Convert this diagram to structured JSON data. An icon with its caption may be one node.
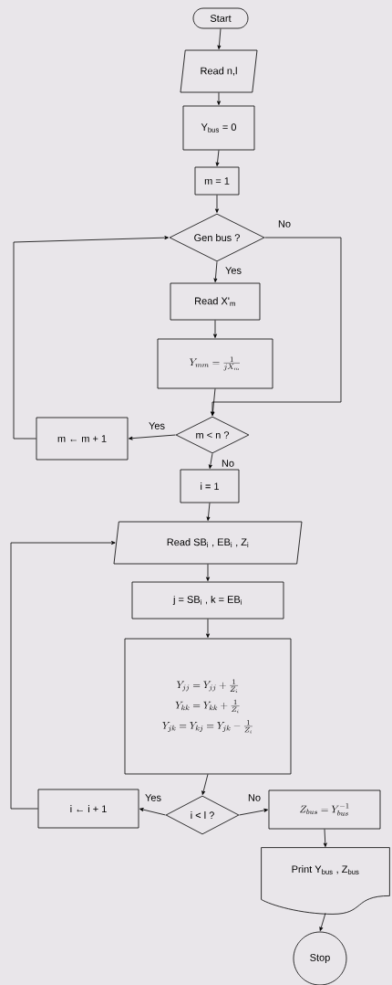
{
  "diagram": {
    "nodes": [
      {
        "text": [
          "Start"
        ]
      },
      {
        "text": [
          "Read n,l"
        ]
      },
      {
        "text": [
          "Y$_{bus}$ = 0"
        ]
      },
      {
        "text": [
          "m = 1"
        ]
      },
      {
        "text": [
          "Gen bus ?"
        ]
      },
      {
        "text": [
          "Read  X'$_{m}$"
        ]
      },
      {
        "text": [
          "Y_{mm} = \\frac{1}{jX_m}"
        ]
      },
      {
        "text": [
          "m < n ?"
        ]
      },
      {
        "text": [
          "m ← m + 1"
        ]
      },
      {
        "text": [
          "i = 1"
        ]
      },
      {
        "text": [
          "Read  SB$_{i}$ , EB$_{i}$ , Z$_{i}$"
        ]
      },
      {
        "text": [
          "j = SB$_{i}$ ,  k = EB$_{i}$"
        ]
      },
      {
        "text": [
          "Y_{jj} = Y_{jj} + \\frac{1}{Z_i}",
          "Y_{kk} = Y_{kk} + \\frac{1}{Z_i}",
          "Y_{jk} = Y_{kj} = Y_{jk} - \\frac{1}{Z_i}"
        ]
      },
      {
        "text": [
          "i < l ?"
        ]
      },
      {
        "text": [
          "i ← i + 1"
        ]
      },
      {
        "text": [
          "Z_{bus} = Y_{bus}^{-1}"
        ]
      },
      {
        "text": [
          "Print  Y$_{bus}$ , Z$_{bus}$"
        ]
      },
      {
        "text": [
          "Stop"
        ]
      }
    ],
    "edges": [
      {
        "from": 0,
        "to": 1,
        "arrow": "to"
      },
      {
        "from": 1,
        "to": 2,
        "arrow": "to"
      },
      {
        "from": 2,
        "to": 3,
        "arrow": "to"
      },
      {
        "from": 3,
        "to": 4,
        "arrow": "to"
      },
      {
        "from": 4,
        "to": 5,
        "arrow": "to",
        "label": "Yes"
      },
      {
        "from": 5,
        "to": 6,
        "arrow": "to"
      },
      {
        "from": 6,
        "to": 7,
        "arrow": "to"
      },
      {
        "from": 4,
        "to": 7,
        "arrow": "to",
        "label": "No"
      },
      {
        "from": 7,
        "to": 8,
        "arrow": "to",
        "label": "Yes"
      },
      {
        "from": 8,
        "to": 4,
        "arrow": "to"
      },
      {
        "from": 7,
        "to": 9,
        "arrow": "to",
        "label": "No"
      },
      {
        "from": 9,
        "to": 10,
        "arrow": "to"
      },
      {
        "from": 10,
        "to": 11,
        "arrow": "to"
      },
      {
        "from": 11,
        "to": 12,
        "arrow": "to"
      },
      {
        "from": 12,
        "to": 13,
        "arrow": "to"
      },
      {
        "from": 13,
        "to": 14,
        "arrow": "to",
        "label": "Yes"
      },
      {
        "from": 14,
        "to": 10,
        "arrow": "to"
      },
      {
        "from": 13,
        "to": 15,
        "arrow": "to",
        "label": "No"
      },
      {
        "from": 15,
        "to": 16,
        "arrow": "to"
      },
      {
        "from": 16,
        "to": 17,
        "arrow": "to"
      }
    ]
  }
}
